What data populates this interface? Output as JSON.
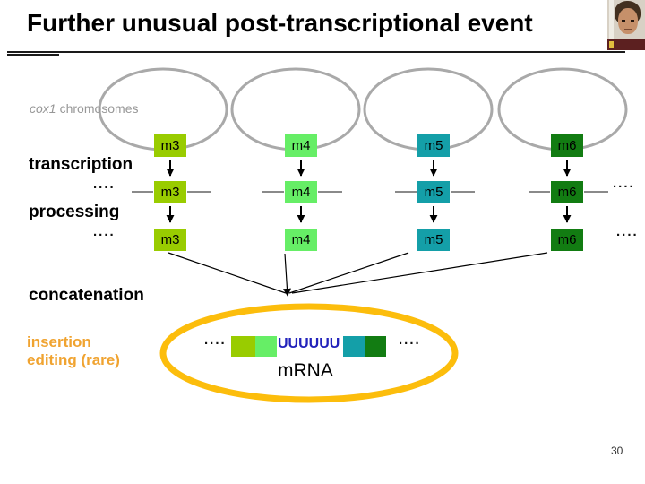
{
  "slide": {
    "title": "Further unusual post-transcriptional event",
    "page_number": "30"
  },
  "diagram": {
    "chromosome_label": {
      "gene": "cox1",
      "suffix": "chromosomes"
    },
    "stages": {
      "transcription": "transcription",
      "processing": "processing",
      "concatenation": "concatenation",
      "insertion_line1": "insertion",
      "insertion_line2": "editing (rare)"
    },
    "modules": [
      "m3",
      "m4",
      "m5",
      "m6"
    ],
    "dots": "....",
    "mrna": {
      "label": "mRNA",
      "uridines": "UUUUUU"
    },
    "colors": {
      "m3": "#99cc00",
      "m4": "#66ee66",
      "m5": "#149fa8",
      "m6": "#127c12",
      "mrna_ellipse": "#fcbd0c",
      "insertion_text": "#f0a330",
      "uridine_text": "#2222bb",
      "chromosome_stroke": "#a9a9a9"
    }
  }
}
